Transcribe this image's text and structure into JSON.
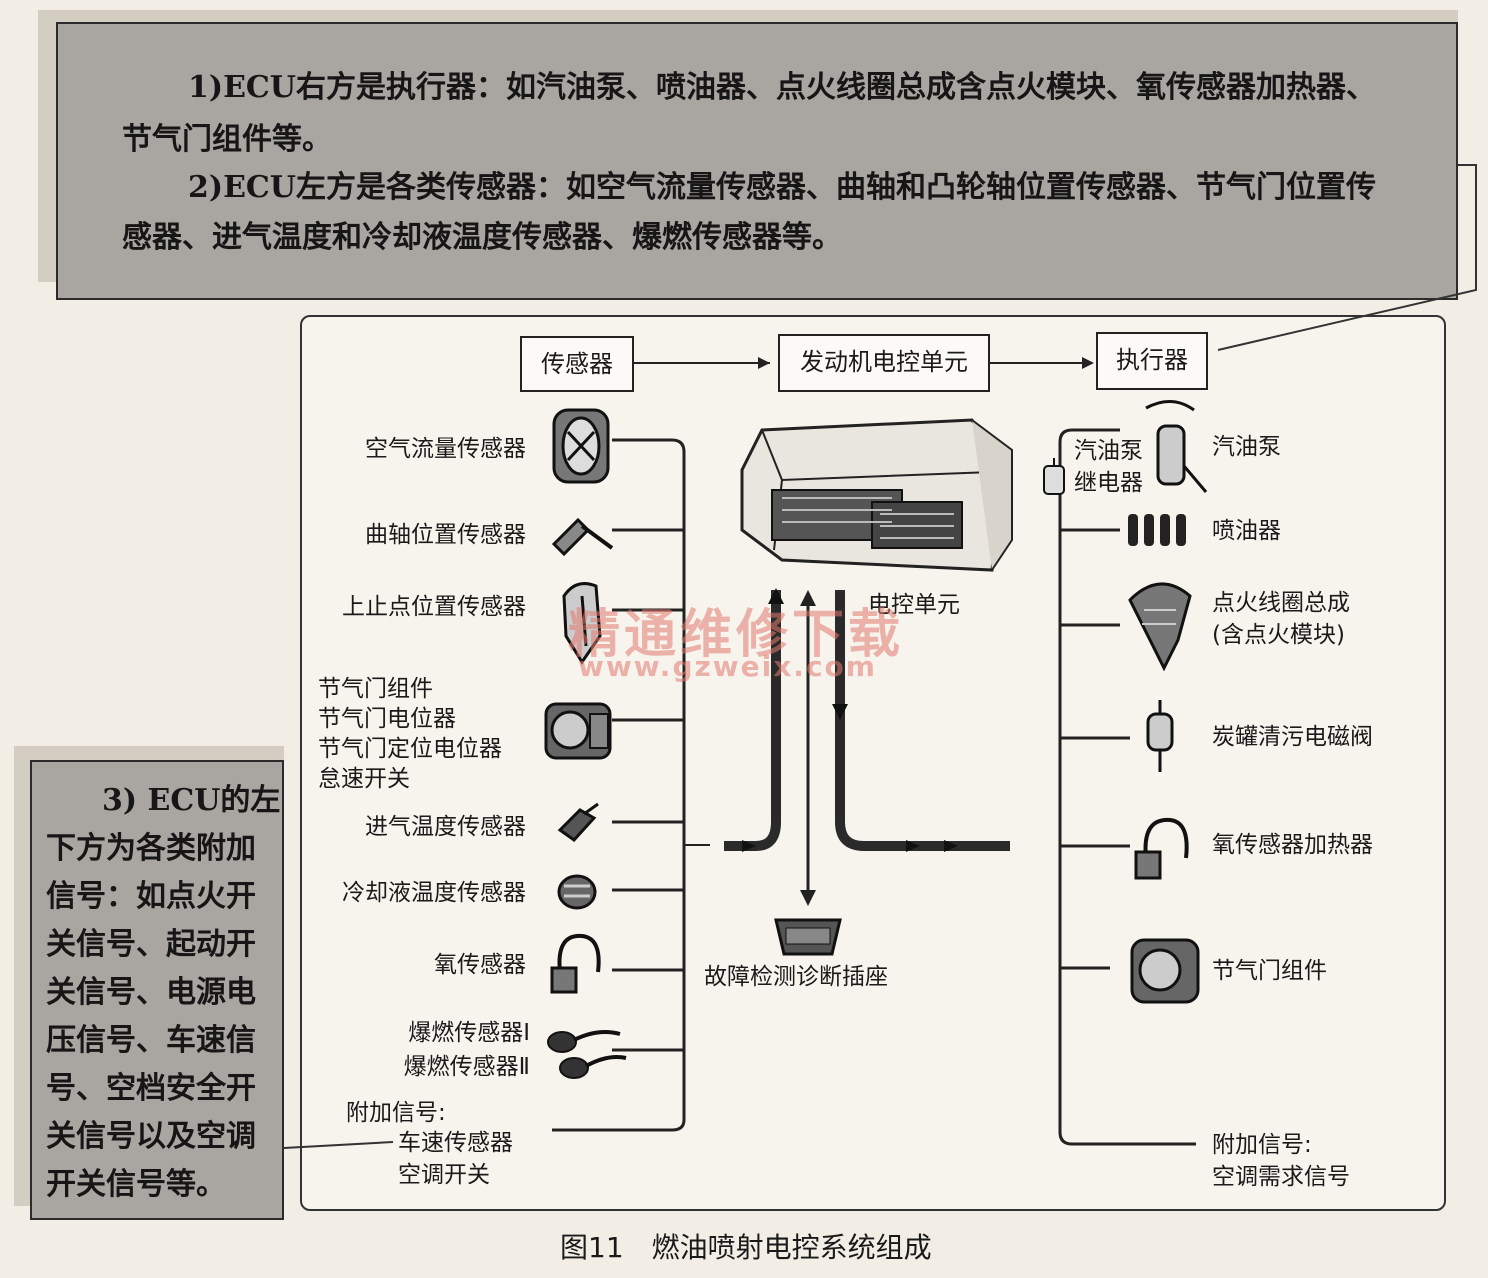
{
  "note_top": {
    "para1_line1": "1)ECU右方是执行器：如汽油泵、喷油器、点火线圈总成含点火模块、氧传感器加热器、",
    "para1_line2": "节气门组件等。",
    "para2_line1": "2)ECU左方是各类传感器：如空气流量传感器、曲轴和凸轮轴位置传感器、节气门位置传",
    "para2_line2": "感器、进气温度和冷却液温度传感器、爆燃传感器等。"
  },
  "note_left": {
    "lines": [
      "3) ECU的左",
      "下方为各类附加",
      "信号：如点火开",
      "关信号、起动开",
      "关信号、电源电",
      "压信号、车速信",
      "号、空档安全开",
      "关信号以及空调",
      "开关信号等。"
    ]
  },
  "header": {
    "sensors": "传感器",
    "ecu": "发动机电控单元",
    "actuators": "执行器"
  },
  "sensors": {
    "air_flow": "空气流量传感器",
    "crank": "曲轴位置传感器",
    "tdc": "上止点位置传感器",
    "throttle_1": "节气门组件",
    "throttle_2": "节气门电位器",
    "throttle_3": "节气门定位电位器",
    "throttle_4": "怠速开关",
    "intake_temp": "进气温度传感器",
    "coolant_temp": "冷却液温度传感器",
    "oxygen": "氧传感器",
    "knock_1": "爆燃传感器Ⅰ",
    "knock_2": "爆燃传感器Ⅱ",
    "extra_title": "附加信号:",
    "extra_1": "车速传感器",
    "extra_2": "空调开关"
  },
  "center": {
    "ecu_label": "电控单元",
    "diag_label": "故障检测诊断插座"
  },
  "actuators": {
    "pump_relay_1": "汽油泵",
    "pump_relay_2": "继电器",
    "pump": "汽油泵",
    "injector": "喷油器",
    "coil_1": "点火线圈总成",
    "coil_2": "(含点火模块)",
    "canister": "炭罐清污电磁阀",
    "o2_heater": "氧传感器加热器",
    "throttle": "节气门组件",
    "extra_title": "附加信号:",
    "extra_1": "空调需求信号"
  },
  "watermark": {
    "cn": "精通维修下载",
    "url": "www.gzweix.com"
  },
  "caption": "图11　燃油喷射电控系统组成",
  "colors": {
    "note_bg": "#a9a5a0",
    "frame_bg": "#f7f4ee",
    "watermark": "#e2786e"
  }
}
